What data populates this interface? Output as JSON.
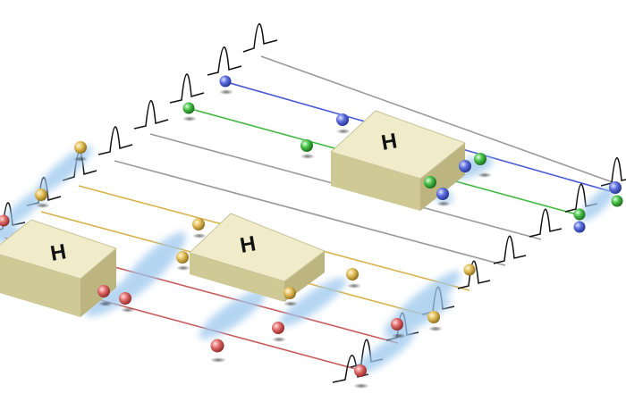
{
  "gates": [
    {
      "label": "H"
    },
    {
      "label": "H"
    },
    {
      "label": "H"
    }
  ],
  "colors": {
    "blue": "#4a5bd6",
    "green": "#3fb83f",
    "gold": "#d8b24a",
    "red": "#d05a5a",
    "grey": "#8a8a8a",
    "gate_top": "#f3efcf",
    "gate_side": "#ddd8aa",
    "gate_front": "#cfc995",
    "glow": "#9cc8ee"
  }
}
